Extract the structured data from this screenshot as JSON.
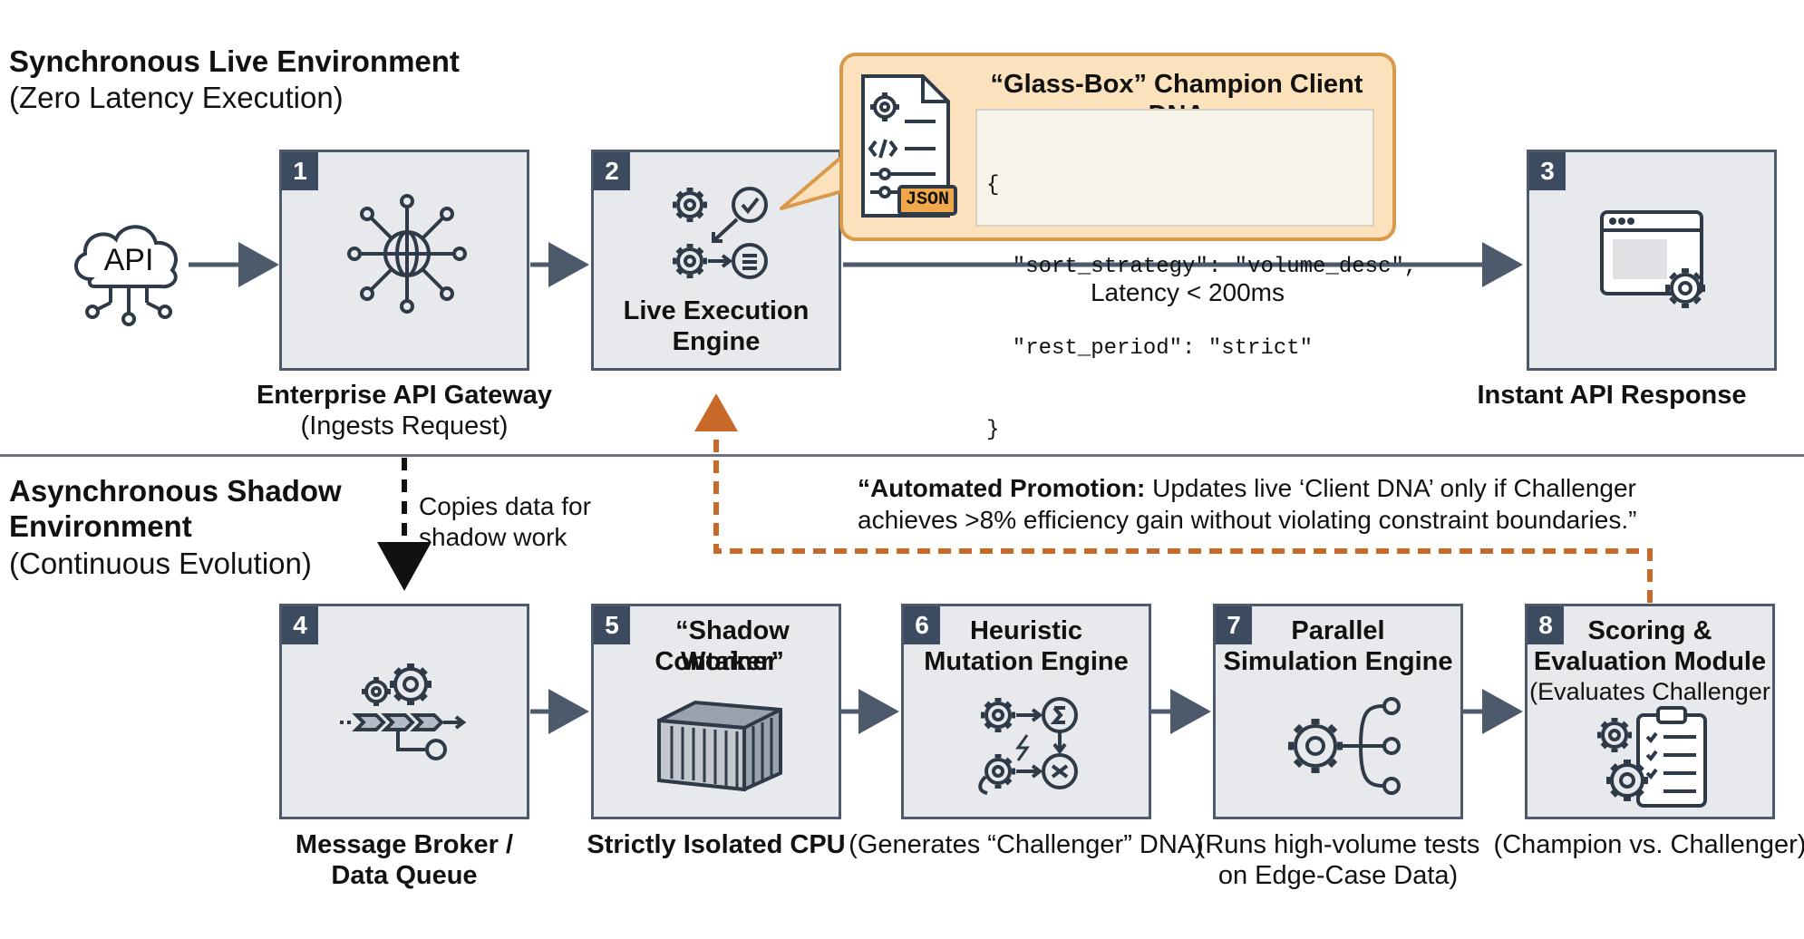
{
  "sections": {
    "sync": {
      "title": "Synchronous Live Environment",
      "subtitle": "(Zero Latency Execution)"
    },
    "async": {
      "title_line1": "Asynchronous Shadow",
      "title_line2": "Environment",
      "subtitle": "(Continuous Evolution)"
    }
  },
  "api_cloud": {
    "label": "API"
  },
  "nodes": [
    {
      "num": "1",
      "caption": "Enterprise API Gateway",
      "caption_sub": "(Ingests Request)"
    },
    {
      "num": "2",
      "title_line1": "Live Execution",
      "title_line2": "Engine"
    },
    {
      "num": "3",
      "caption": "Instant API Response"
    },
    {
      "num": "4",
      "caption_line1": "Message Broker /",
      "caption_line2": "Data Queue"
    },
    {
      "num": "5",
      "title_line1": "“Shadow Worker”",
      "title_line2": "Container",
      "caption": "Strictly Isolated CPU"
    },
    {
      "num": "6",
      "title_line1": "Heuristic",
      "title_line2": "Mutation Engine",
      "caption": "(Generates “Challenger” DNA)"
    },
    {
      "num": "7",
      "title_line1": "Parallel",
      "title_line2": "Simulation Engine",
      "caption_line1": "(Runs high-volume tests",
      "caption_line2": "on Edge-Case Data)"
    },
    {
      "num": "8",
      "title_line1": "Scoring &",
      "title_line2": "Evaluation Module",
      "title_line3": "(Evaluates Challenger",
      "caption": "(Champion vs. Challenger)"
    }
  ],
  "callout": {
    "title": "“Glass-Box” Champion Client DNA",
    "file_tag": "JSON",
    "code_lines": [
      "{",
      "  \"sort_strategy\": \"volume_desc\",",
      "  \"rest_period\": \"strict\"",
      "}"
    ]
  },
  "latency_label": "Latency < 200ms",
  "copy_note": {
    "line1": "Copies data for",
    "line2": "shadow work"
  },
  "promotion": {
    "bold": "“Automated Promotion:",
    "line1_rest": " Updates live ‘Client DNA’ only if Challenger",
    "line2": "achieves >8% efficiency gain without violating constraint boundaries.”"
  },
  "colors": {
    "box_fill": "#e8e9ec",
    "box_border": "#4d5a6c",
    "badge": "#3c4b5f",
    "arrow": "#4d5a6c",
    "promotion_arrow": "#c8692a",
    "callout_fill": "#fbe2bd",
    "callout_border": "#d89a4a"
  }
}
